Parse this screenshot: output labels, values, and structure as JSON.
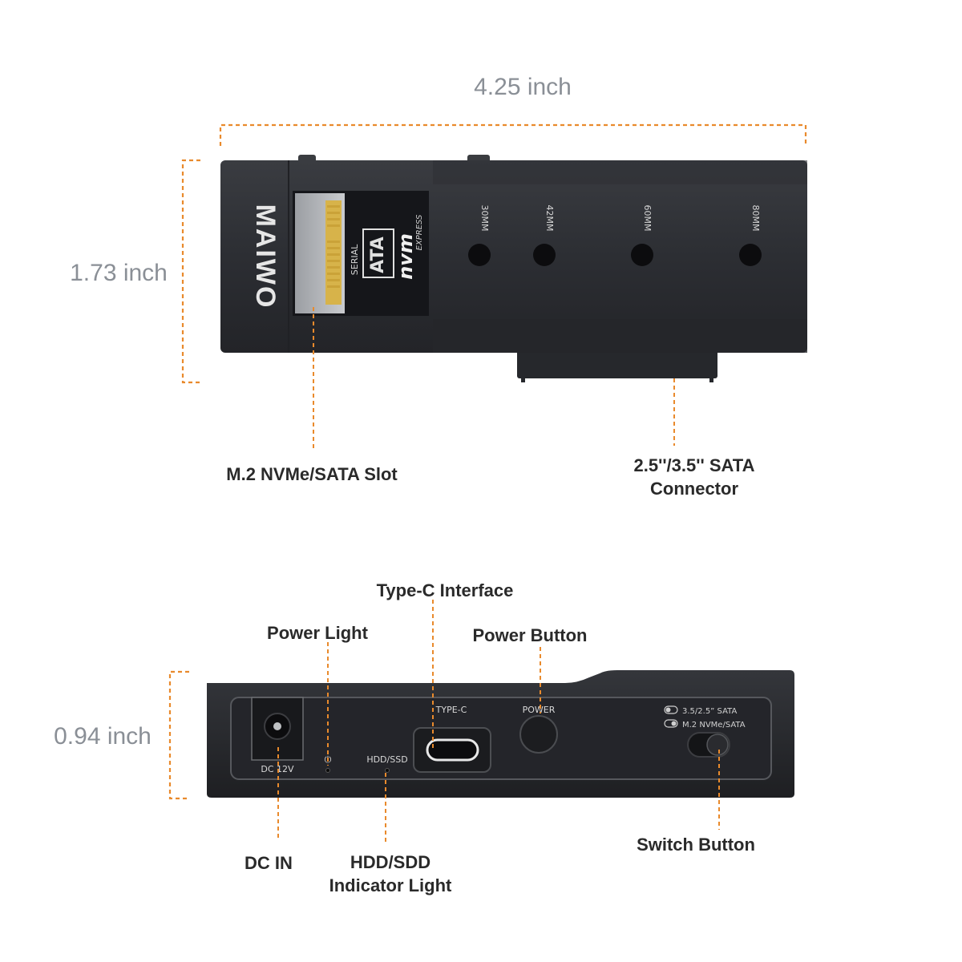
{
  "dimensions": {
    "width": "4.25 inch",
    "height_top": "1.73 inch",
    "height_side": "0.94 inch"
  },
  "top_view": {
    "brand": "MAIWO",
    "slot_labels": {
      "serial": "SERIAL",
      "ata": "ATA",
      "nvm": "nvm",
      "express": "EXPRESS"
    },
    "length_marks": [
      "30MM",
      "42MM",
      "60MM",
      "80MM"
    ],
    "callouts": {
      "slot": "M.2 NVMe/SATA Slot",
      "sata_line1": "2.5''/3.5'' SATA",
      "sata_line2": "Connector"
    }
  },
  "side_view": {
    "port_labels": {
      "dc": "DC 12V",
      "power_symbol": "⏻",
      "hdd_ssd": "HDD/SSD",
      "type_c": "TYPE-C",
      "power": "POWER",
      "switch_opt1": "3.5/2.5”  SATA",
      "switch_opt2": "M.2 NVMe/SATA"
    },
    "callouts": {
      "type_c": "Type-C Interface",
      "power_light": "Power Light",
      "power_button": "Power Button",
      "dc_in": "DC IN",
      "indicator_line1": "HDD/SDD",
      "indicator_line2": "Indicator Light",
      "switch": "Switch Button"
    }
  },
  "colors": {
    "accent": "#e98a2c",
    "device_body": "#2b2d31",
    "dimension_text": "#8a8f96",
    "callout_text": "#2a2a2a"
  }
}
